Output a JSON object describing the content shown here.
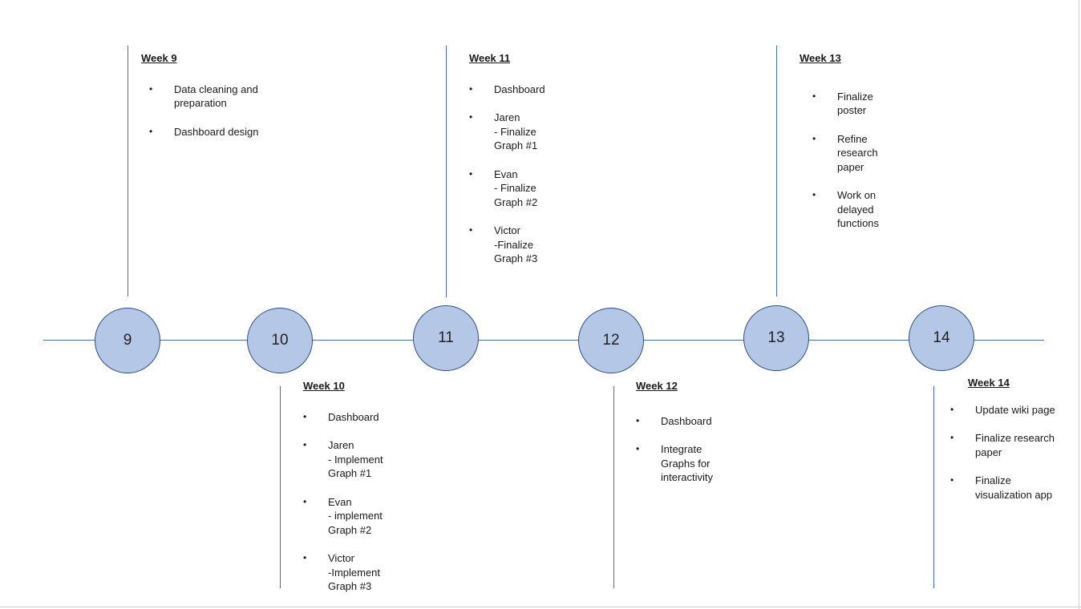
{
  "timeline": {
    "nodes": [
      "9",
      "10",
      "11",
      "12",
      "13",
      "14"
    ],
    "cards": [
      {
        "title": "Week 9",
        "items": [
          "Data cleaning and\npreparation",
          "Dashboard design"
        ]
      },
      {
        "title": "Week 10",
        "items": [
          "Dashboard",
          "Jaren\n- Implement\nGraph #1",
          "Evan\n- implement\nGraph #2",
          "Victor\n-Implement\nGraph #3"
        ]
      },
      {
        "title": "Week 11",
        "items": [
          "Dashboard",
          "Jaren\n- Finalize\nGraph #1",
          "Evan\n- Finalize\nGraph #2",
          "Victor\n-Finalize\nGraph #3"
        ]
      },
      {
        "title": "Week 12",
        "items": [
          "Dashboard",
          "Integrate\nGraphs for\ninteractivity"
        ]
      },
      {
        "title": "Week 13",
        "items": [
          "Finalize\nposter",
          "Refine\nresearch\npaper",
          "Work on\ndelayed\nfunctions"
        ]
      },
      {
        "title": "Week 14",
        "items": [
          "Update wiki page",
          "Finalize research\npaper",
          "Finalize\nvisualization app"
        ]
      }
    ]
  },
  "colors": {
    "node_fill": "#b4c7e7",
    "node_border": "#2f4f7f",
    "line": "#4a6fa8"
  }
}
